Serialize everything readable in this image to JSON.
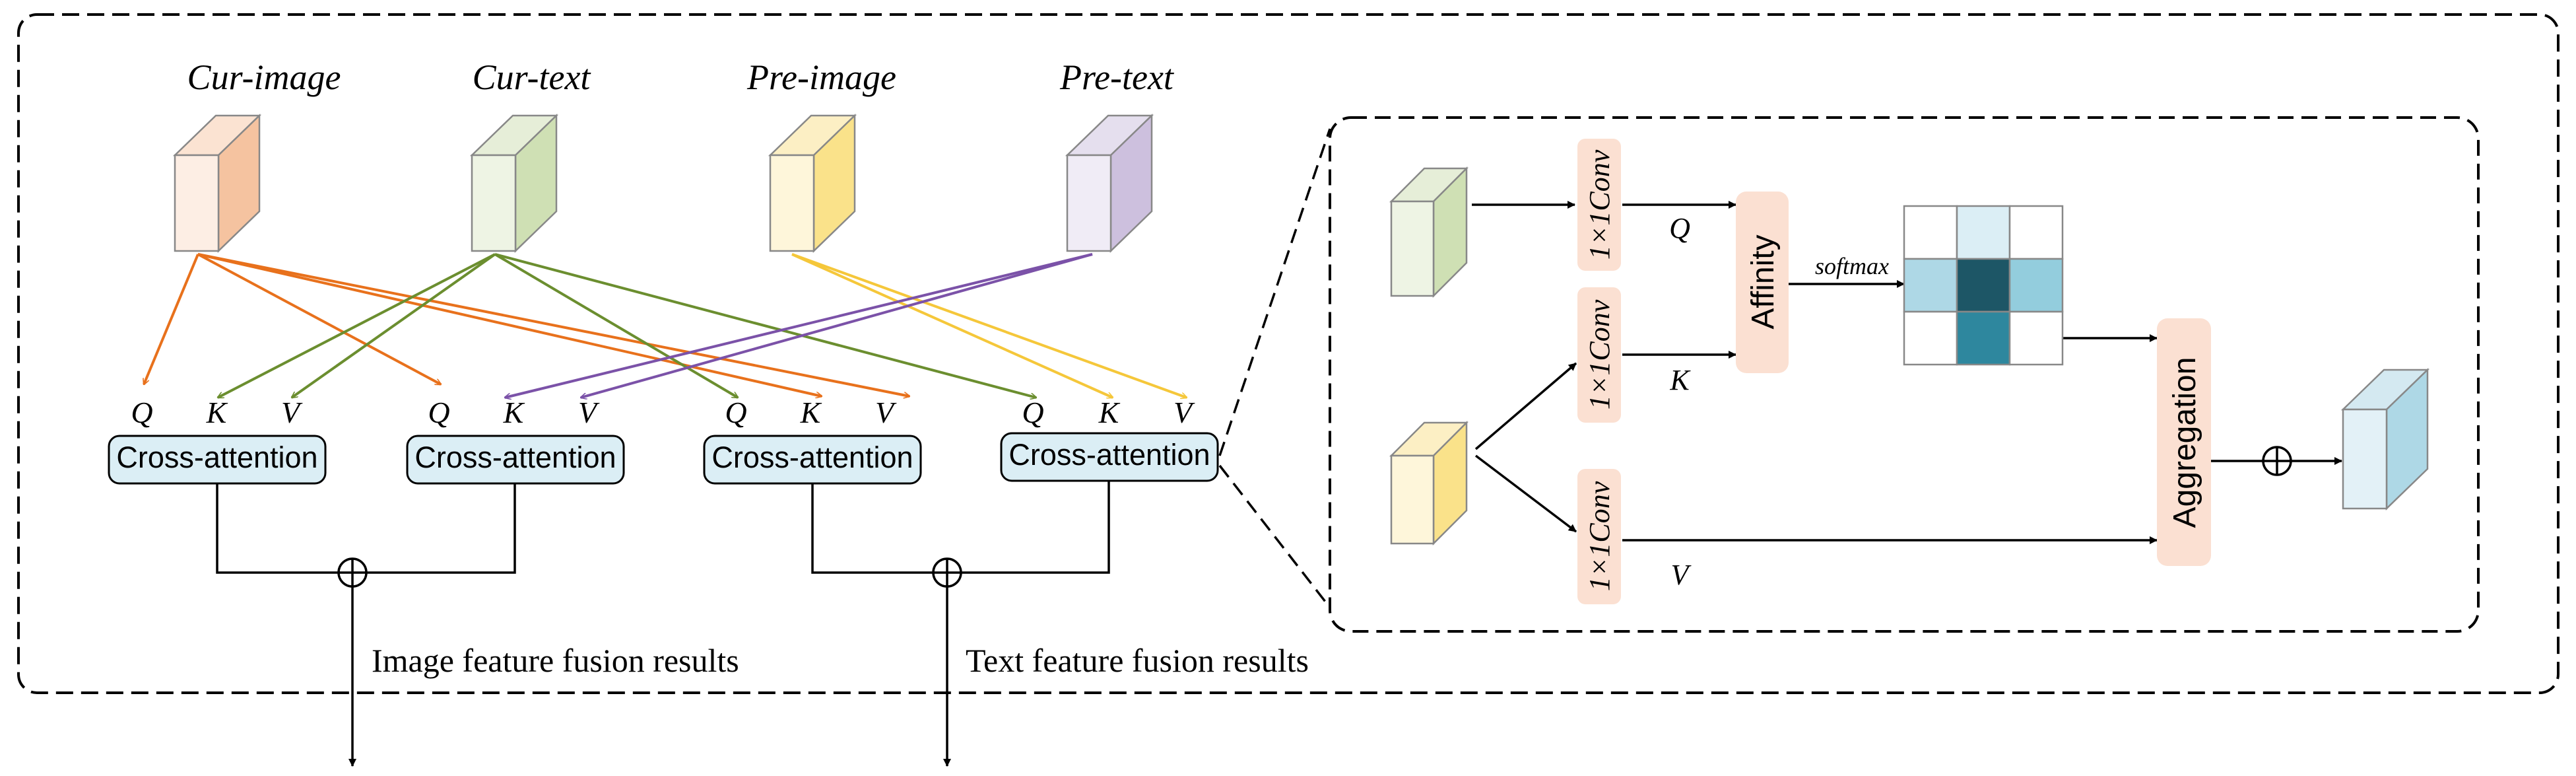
{
  "inputs": {
    "cur_image": "Cur-image",
    "cur_text": "Cur-text",
    "pre_image": "Pre-image",
    "pre_text": "Pre-text"
  },
  "qkv": {
    "q": "Q",
    "k": "K",
    "v": "V"
  },
  "blocks": {
    "b1": "Cross-attention",
    "b2": "Cross-attention",
    "b3": "Cross-attention",
    "b4": "Cross-attention"
  },
  "outputs": {
    "image": "Image feature fusion results",
    "text": "Text feature fusion results"
  },
  "detail": {
    "conv_q": "1×1Conv",
    "conv_k": "1×1Conv",
    "conv_v": "1×1Conv",
    "q": "Q",
    "k": "K",
    "v": "V",
    "affinity": "Affinity",
    "softmax": "softmax",
    "aggregation": "Aggregation"
  },
  "colors": {
    "cur_image": "#e8711c",
    "cur_text": "#6b8e2f",
    "pre_image": "#f5c73a",
    "pre_text": "#7b52a8",
    "block_fill": "#dbeef5",
    "op_fill": "#fbe0d2"
  }
}
